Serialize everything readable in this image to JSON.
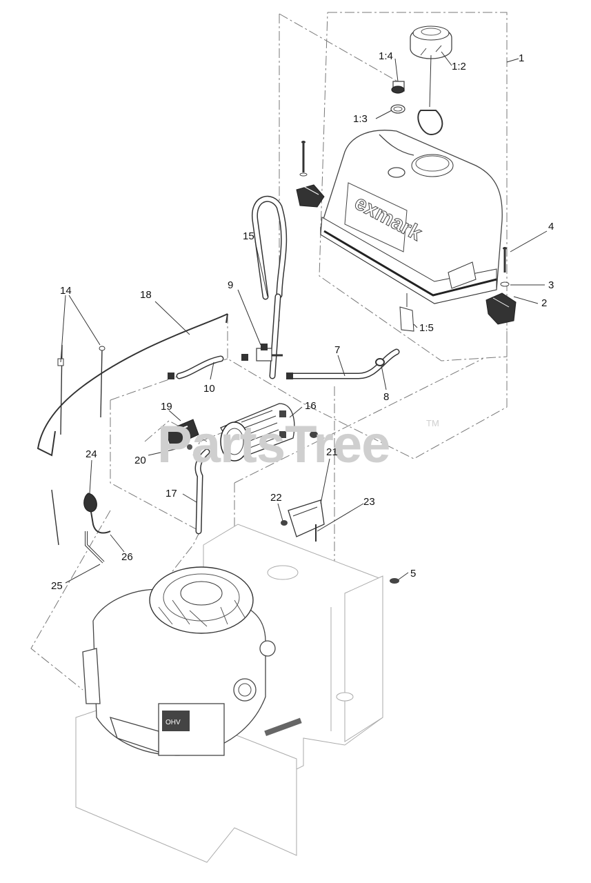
{
  "watermark": {
    "text": "PartsTree",
    "tm": "TM"
  },
  "brand_logo": "exmark",
  "callouts": [
    {
      "id": "c1",
      "text": "1"
    },
    {
      "id": "c1_2",
      "text": "1:2"
    },
    {
      "id": "c1_3",
      "text": "1:3"
    },
    {
      "id": "c1_4",
      "text": "1:4"
    },
    {
      "id": "c1_5",
      "text": "1:5"
    },
    {
      "id": "c2",
      "text": "2"
    },
    {
      "id": "c3",
      "text": "3"
    },
    {
      "id": "c4",
      "text": "4"
    },
    {
      "id": "c5",
      "text": "5"
    },
    {
      "id": "c7",
      "text": "7"
    },
    {
      "id": "c8",
      "text": "8"
    },
    {
      "id": "c9",
      "text": "9"
    },
    {
      "id": "c10",
      "text": "10"
    },
    {
      "id": "c14",
      "text": "14"
    },
    {
      "id": "c15",
      "text": "15"
    },
    {
      "id": "c16",
      "text": "16"
    },
    {
      "id": "c17",
      "text": "17"
    },
    {
      "id": "c18",
      "text": "18"
    },
    {
      "id": "c19",
      "text": "19"
    },
    {
      "id": "c20",
      "text": "20"
    },
    {
      "id": "c21",
      "text": "21"
    },
    {
      "id": "c22",
      "text": "22"
    },
    {
      "id": "c23",
      "text": "23"
    },
    {
      "id": "c24",
      "text": "24"
    },
    {
      "id": "c25",
      "text": "25"
    },
    {
      "id": "c26",
      "text": "26"
    }
  ]
}
